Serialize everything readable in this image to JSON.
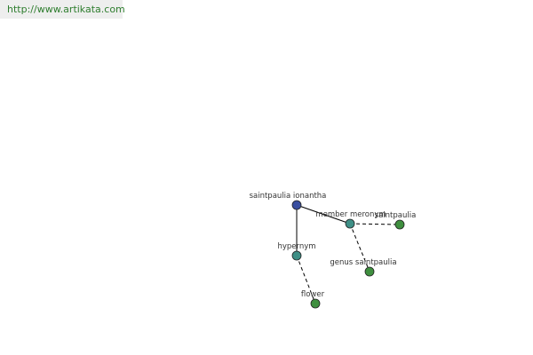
{
  "site": {
    "url": "http://www.artikata.com",
    "url_color": "#2e7d2e"
  },
  "colors": {
    "root_node": "#3a4fa0",
    "relation_node": "#3f8f86",
    "leaf_node": "#3f8f3f",
    "node_stroke": "#222222",
    "edge": "#000000"
  },
  "graph": {
    "nodes": [
      {
        "id": "root",
        "label": "saintpaulia ionantha",
        "kind": "root"
      },
      {
        "id": "member-meronym",
        "label": "member meronym",
        "kind": "relation"
      },
      {
        "id": "hypernym",
        "label": "hypernym",
        "kind": "relation"
      },
      {
        "id": "saintpaulia",
        "label": "saintpaulia",
        "kind": "leaf"
      },
      {
        "id": "genus-saintpaulia",
        "label": "genus saintpaulia",
        "kind": "leaf"
      },
      {
        "id": "flower",
        "label": "flower",
        "kind": "leaf"
      }
    ],
    "edges": [
      {
        "from": "root",
        "to": "member-meronym",
        "style": "solid"
      },
      {
        "from": "root",
        "to": "hypernym",
        "style": "solid"
      },
      {
        "from": "member-meronym",
        "to": "saintpaulia",
        "style": "dashed"
      },
      {
        "from": "member-meronym",
        "to": "genus-saintpaulia",
        "style": "dashed"
      },
      {
        "from": "hypernym",
        "to": "flower",
        "style": "dashed"
      }
    ]
  }
}
